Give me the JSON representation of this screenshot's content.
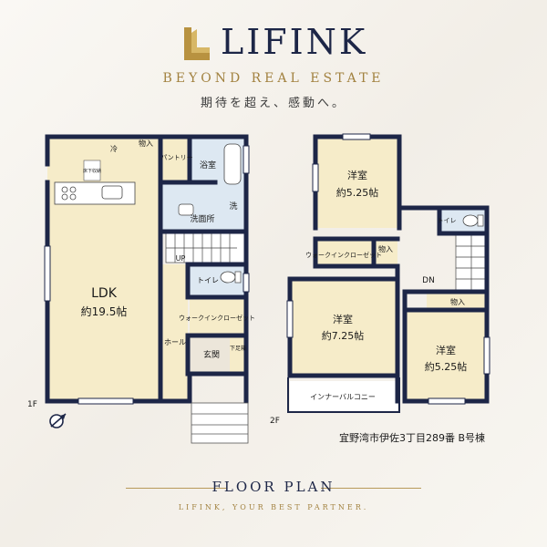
{
  "header": {
    "brand_name": "LIFINK",
    "tagline": "BEYOND REAL ESTATE",
    "catchphrase": "期待を超え、感動へ。"
  },
  "floor1": {
    "label": "1F",
    "rooms": {
      "ldk_name": "LDK",
      "ldk_size": "約19.5帖",
      "fridge": "冷",
      "storage": "物入",
      "pantry": "パントリー",
      "underfloor": "床下収納",
      "bath": "浴室",
      "washroom": "洗面所",
      "wash": "洗",
      "toilet": "トイレ",
      "up": "UP",
      "hall": "ホール",
      "wic": "ウォークインクローゼット",
      "entrance": "玄関",
      "shoe_box": "下足箱"
    }
  },
  "floor2": {
    "label": "2F",
    "rooms": {
      "room1_name": "洋室",
      "room1_size": "約5.25帖",
      "room2_name": "洋室",
      "room2_size": "約7.25帖",
      "room3_name": "洋室",
      "room3_size": "約5.25帖",
      "wic": "ウォークインクローゼット",
      "storage_a": "物入",
      "storage_b": "物入",
      "toilet": "トイレ",
      "dn": "DN",
      "balcony": "インナーバルコニー"
    }
  },
  "address": "宜野湾市伊佐3丁目289番 B号棟",
  "footer": {
    "title": "FLOOR PLAN",
    "subtitle": "LIFINK, YOUR BEST PARTNER."
  },
  "colors": {
    "navy": "#1d2647",
    "gold": "#a28240",
    "floor": "#f6ecc9",
    "wet": "#dde8f2"
  }
}
